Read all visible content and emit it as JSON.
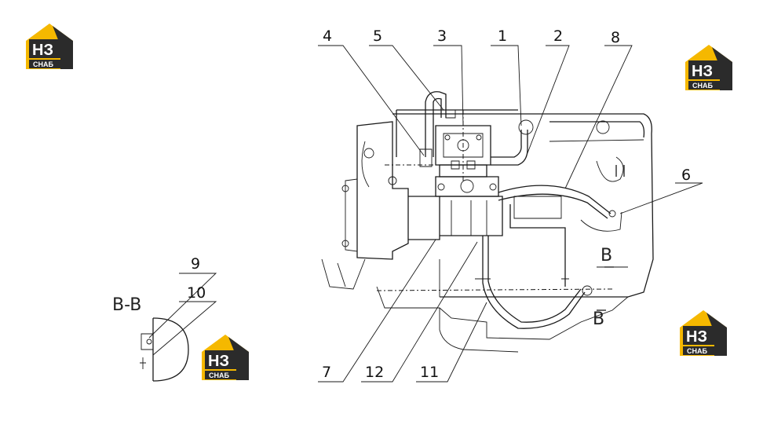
{
  "callouts": [
    {
      "id": "4",
      "label": "4"
    },
    {
      "id": "5",
      "label": "5"
    },
    {
      "id": "3",
      "label": "3"
    },
    {
      "id": "1",
      "label": "1"
    },
    {
      "id": "2",
      "label": "2"
    },
    {
      "id": "8",
      "label": "8"
    },
    {
      "id": "6",
      "label": "6"
    },
    {
      "id": "9",
      "label": "9"
    },
    {
      "id": "10",
      "label": "10"
    },
    {
      "id": "7",
      "label": "7"
    },
    {
      "id": "12",
      "label": "12"
    },
    {
      "id": "11",
      "label": "11"
    }
  ],
  "section_label": "B-B",
  "view_marks": [
    "B",
    "B"
  ],
  "logo": {
    "letters": "НЗ",
    "word": "СНАБ",
    "colors": {
      "yellow": "#f5b800",
      "dark": "#2b2b2b"
    }
  }
}
